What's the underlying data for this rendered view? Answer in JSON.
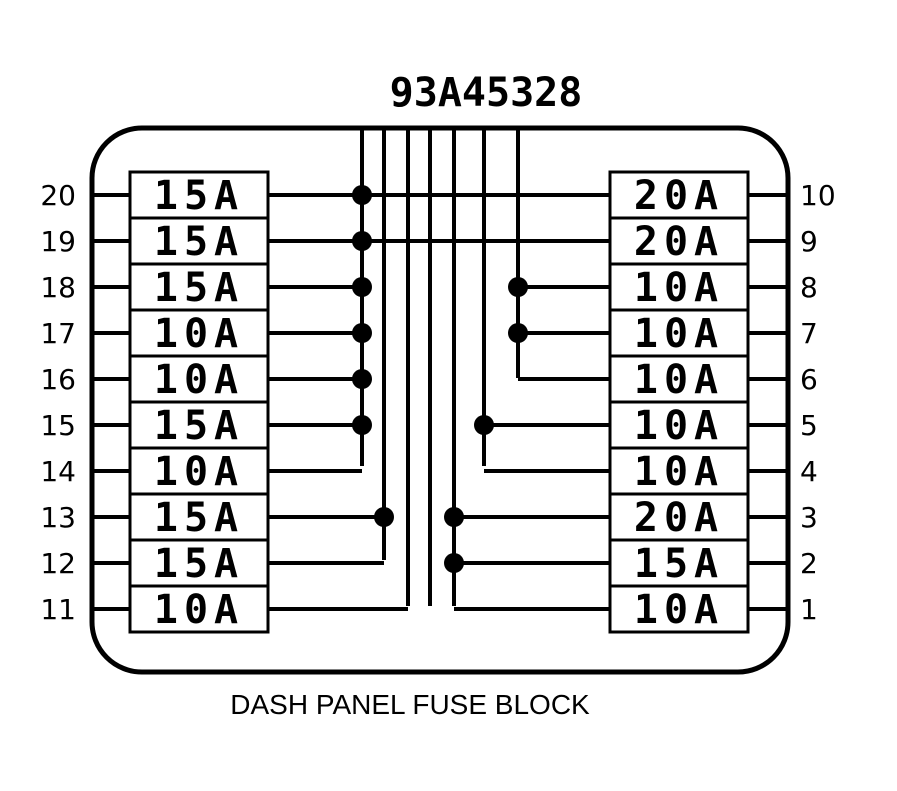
{
  "part_number": "93A45328",
  "caption": "DASH PANEL FUSE BLOCK",
  "left_fuses": [
    {
      "pin": "20",
      "rating": "15A"
    },
    {
      "pin": "19",
      "rating": "15A"
    },
    {
      "pin": "18",
      "rating": "15A"
    },
    {
      "pin": "17",
      "rating": "10A"
    },
    {
      "pin": "16",
      "rating": "10A"
    },
    {
      "pin": "15",
      "rating": "15A"
    },
    {
      "pin": "14",
      "rating": "10A"
    },
    {
      "pin": "13",
      "rating": "15A"
    },
    {
      "pin": "12",
      "rating": "15A"
    },
    {
      "pin": "11",
      "rating": "10A"
    }
  ],
  "right_fuses": [
    {
      "pin": "10",
      "rating": "20A"
    },
    {
      "pin": "9",
      "rating": "20A"
    },
    {
      "pin": "8",
      "rating": "10A"
    },
    {
      "pin": "7",
      "rating": "10A"
    },
    {
      "pin": "6",
      "rating": "10A"
    },
    {
      "pin": "5",
      "rating": "10A"
    },
    {
      "pin": "4",
      "rating": "10A"
    },
    {
      "pin": "3",
      "rating": "20A"
    },
    {
      "pin": "2",
      "rating": "15A"
    },
    {
      "pin": "1",
      "rating": "10A"
    }
  ]
}
